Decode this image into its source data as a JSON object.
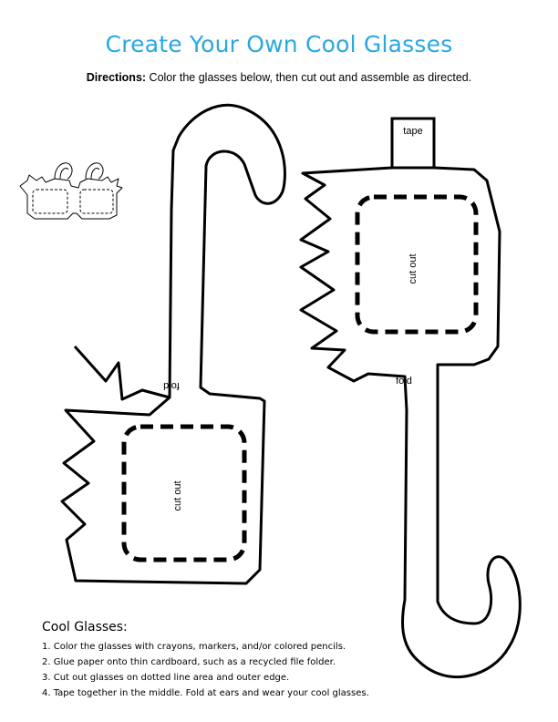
{
  "title": "Create Your Own Cool Glasses",
  "directions": {
    "label": "Directions:",
    "text": " Color the glasses below, then cut out and assemble as directed."
  },
  "labels": {
    "tape": "tape",
    "fold_right": "fold",
    "fold_left": "fold",
    "cut_out_left": "cut out",
    "cut_out_right": "cut out"
  },
  "instructions": {
    "title": "Cool Glasses:",
    "steps": [
      "1. Color the glasses with crayons, markers, and/or colored pencils.",
      "2. Glue paper onto thin cardboard, such as a recycled file folder.",
      "3. Cut out glasses on dotted line area and outer edge.",
      "4. Tape together in the middle. Fold at ears and wear your cool glasses."
    ]
  },
  "colors": {
    "title": "#29a8e0",
    "outline": "#000000"
  },
  "icons": [
    "glasses-thumbnail-icon"
  ]
}
